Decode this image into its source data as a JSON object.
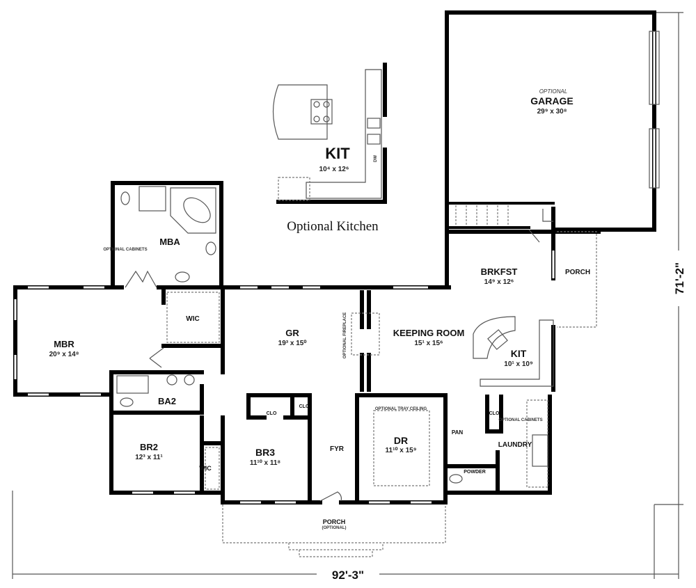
{
  "rooms": {
    "garage": {
      "note": "OPTIONAL",
      "name": "GARAGE",
      "dims": "29⁹ x 30⁸"
    },
    "opt_kit": {
      "name": "KIT",
      "dims": "10⁴ x 12⁶",
      "dw": "DW",
      "caption": "Optional Kitchen"
    },
    "mba": {
      "name": "MBA",
      "cabinets": "OPTIONAL CABINETS"
    },
    "wic_master": {
      "name": "WIC"
    },
    "mbr": {
      "name": "MBR",
      "dims": "20⁹ x 14⁸"
    },
    "gr": {
      "name": "GR",
      "dims": "19³ x 15⁰"
    },
    "fireplace": {
      "name": "OPTIONAL FIREPLACE"
    },
    "keeping": {
      "name": "KEEPING ROOM",
      "dims": "15¹ x 15⁶"
    },
    "brkfst": {
      "name": "BRKFST",
      "dims": "14⁹ x 12⁶"
    },
    "side_porch": {
      "name": "PORCH"
    },
    "kit": {
      "name": "KIT",
      "dims": "10¹ x 10⁹"
    },
    "ba2": {
      "name": "BA2"
    },
    "br2": {
      "name": "BR2",
      "dims": "12³ x 11¹"
    },
    "wic_br2": {
      "name": "WIC"
    },
    "br3": {
      "name": "BR3",
      "dims": "11¹⁰ x 11⁸"
    },
    "clo1": {
      "name": "CLO"
    },
    "clo2": {
      "name": "CLO"
    },
    "fyr": {
      "name": "FYR"
    },
    "dr": {
      "name": "DR",
      "dims": "11¹⁰ x 15⁹",
      "ceiling": "OPTIONAL TRAY CEILING"
    },
    "pan": {
      "name": "PAN"
    },
    "clo3": {
      "name": "CLO"
    },
    "laundry": {
      "name": "LAUNDRY",
      "cabinets": "OPTIONAL CABINETS"
    },
    "powder": {
      "name": "POWDER"
    },
    "front_porch": {
      "name": "PORCH",
      "note": "(OPTIONAL)"
    }
  },
  "dimensions": {
    "width": "92'-3\"",
    "depth": "71'-2\""
  }
}
